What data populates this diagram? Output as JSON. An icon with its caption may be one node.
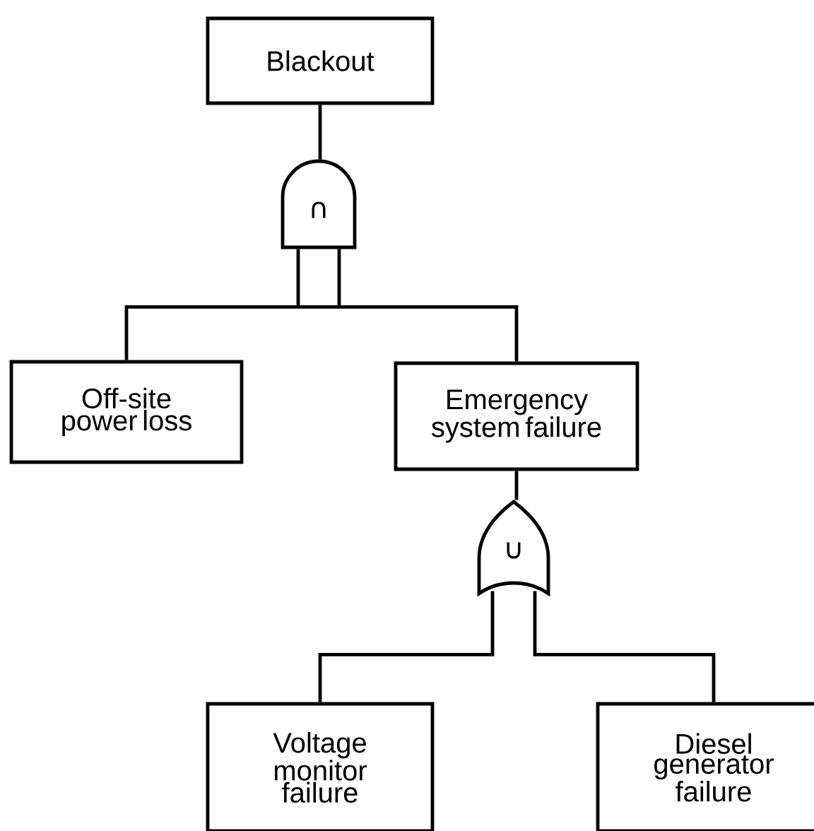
{
  "diagram": {
    "nodes": [
      {
        "text": [
          "Blackout"
        ]
      },
      {
        "text": [
          "∩"
        ]
      },
      {
        "text": [
          "Off-site power loss"
        ]
      },
      {
        "text": [
          "Emergency system failure"
        ]
      },
      {
        "text": [
          "∪"
        ]
      },
      {
        "text": [
          "Voltage monitor failure"
        ]
      },
      {
        "text": [
          "Diesel generator failure"
        ]
      }
    ],
    "edges": [
      {
        "from": 0,
        "to": 1,
        "arrow": "none"
      },
      {
        "from": 1,
        "to": 2,
        "arrow": "none"
      },
      {
        "from": 1,
        "to": 3,
        "arrow": "none"
      },
      {
        "from": 3,
        "to": 4,
        "arrow": "none"
      },
      {
        "from": 4,
        "to": 5,
        "arrow": "none"
      },
      {
        "from": 4,
        "to": 6,
        "arrow": "none"
      }
    ]
  }
}
